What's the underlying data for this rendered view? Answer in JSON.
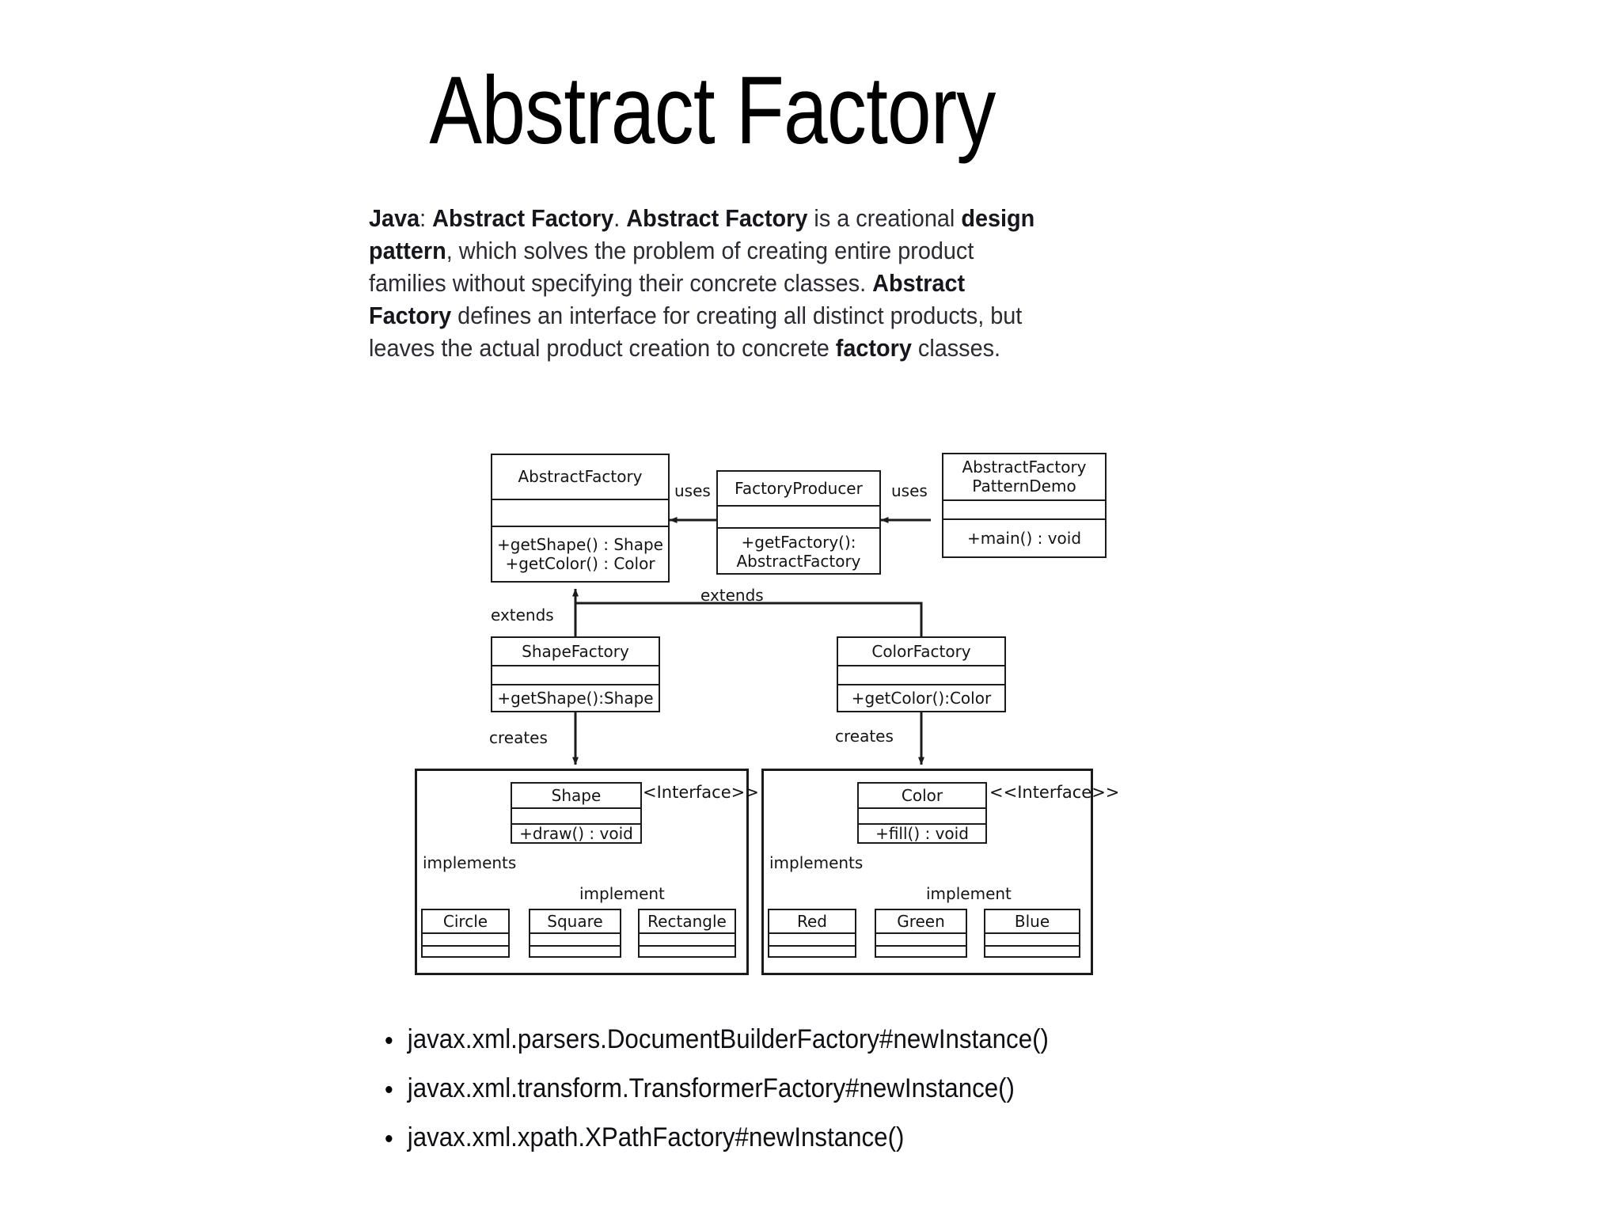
{
  "slide": {
    "title": "Abstract Factory",
    "background_color": "#ffffff"
  },
  "intro": {
    "segments": [
      {
        "text": "Java",
        "bold": true
      },
      {
        "text": ": ",
        "bold": false
      },
      {
        "text": "Abstract Factory",
        "bold": true
      },
      {
        "text": ". ",
        "bold": false
      },
      {
        "text": "Abstract Factory",
        "bold": true
      },
      {
        "text": " is a creational ",
        "bold": false
      },
      {
        "text": "design pattern",
        "bold": true
      },
      {
        "text": ", which solves the problem of creating entire product families without specifying their concrete classes. ",
        "bold": false
      },
      {
        "text": "Abstract Factory",
        "bold": true
      },
      {
        "text": " defines an interface for creating all distinct products, but leaves the actual product creation to concrete ",
        "bold": false
      },
      {
        "text": "factory",
        "bold": true
      },
      {
        "text": " classes.",
        "bold": false
      }
    ],
    "plain_text": "Java: Abstract Factory. Abstract Factory is a creational design pattern, which solves the problem of creating entire product families without specifying their concrete classes. Abstract Factory defines an interface for creating all distinct products, but leaves the actual product creation to concrete factory classes."
  },
  "diagram": {
    "type": "uml-class-diagram",
    "stroke_color": "#1b1b1b",
    "fill_color": "#ffffff",
    "classes": {
      "abstract_factory": {
        "name": "AbstractFactory",
        "attributes": "",
        "methods": [
          "+getShape() : Shape",
          "+getColor() : Color"
        ]
      },
      "factory_producer": {
        "name": "FactoryProducer",
        "attributes": "",
        "methods": [
          "+getFactory():",
          "AbstractFactory"
        ]
      },
      "pattern_demo": {
        "name_line1": "AbstractFactory",
        "name_line2": "PatternDemo",
        "attributes": "",
        "methods": [
          "+main() : void"
        ]
      },
      "shape_factory": {
        "name": "ShapeFactory",
        "attributes": "",
        "methods": [
          "+getShape():Shape"
        ]
      },
      "color_factory": {
        "name": "ColorFactory",
        "attributes": "",
        "methods": [
          "+getColor():Color"
        ]
      },
      "shape_interface": {
        "name": "Shape",
        "stereotype": "<Interface>>",
        "attributes": "",
        "methods": [
          "+draw() : void"
        ]
      },
      "color_interface": {
        "name": "Color",
        "stereotype": "<<Interface>>",
        "attributes": "",
        "methods": [
          "+fill() : void"
        ]
      },
      "circle": {
        "name": "Circle"
      },
      "square": {
        "name": "Square"
      },
      "rectangle": {
        "name": "Rectangle"
      },
      "red": {
        "name": "Red"
      },
      "green": {
        "name": "Green"
      },
      "blue": {
        "name": "Blue"
      }
    },
    "edge_labels": {
      "uses_left": "uses",
      "uses_right": "uses",
      "extends_left": "extends",
      "extends_right": "extends",
      "creates_shape": "creates",
      "creates_color": "creates",
      "implements_shape": "implements",
      "implement_shape": "implement",
      "implements_color": "implements",
      "implement_color": "implement"
    }
  },
  "bullets": [
    "javax.xml.parsers.DocumentBuilderFactory#newInstance()",
    "javax.xml.transform.TransformerFactory#newInstance()",
    "javax.xml.xpath.XPathFactory#newInstance()"
  ]
}
